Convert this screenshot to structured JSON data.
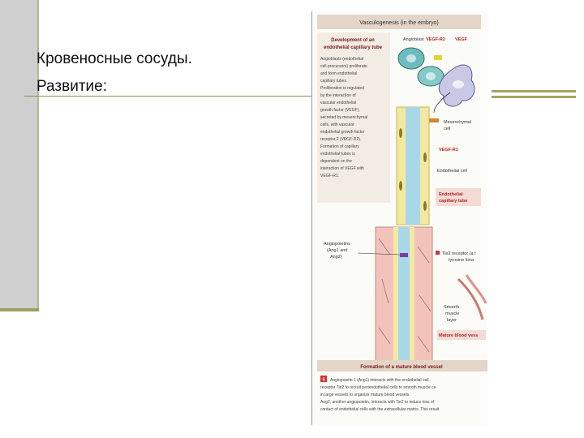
{
  "slide": {
    "title_line1": "Кровеносные сосуды.",
    "title_line2": "Развитие:"
  },
  "figure": {
    "header": "Vasculogenesis (in the embryo)",
    "box_title": "Development of an endothelial capillary tube",
    "angioblast": "Angioblast",
    "vegfr2": "VEGF-R2",
    "vegf": "VEGF",
    "mesenchymal": "Mesenchymal cell",
    "vegfr1": "VEGF-R1",
    "endothelial": "Endothelial cell",
    "capillary": "Endothelial capillary tube",
    "paragraph": [
      "Angioblasts (endothelial",
      "cell precursors) proliferate",
      "and form endothelial",
      "capillary tubes.",
      "Proliferation is regulated",
      "by the interaction of",
      "vascular endothelial",
      "growth factor (VEGF),",
      "secreted by mesenchymal",
      "cells, with vascular",
      "endothelial growth factor",
      "receptor 2 (VEGF-R2).",
      "Formation of capillary",
      "endothelial tubes is",
      "dependent on the",
      "interaction of VEGF with",
      "VEGF-R1."
    ],
    "angiopoietins": [
      "Angiopoietins",
      "(Ang1 and",
      "Ang2)"
    ],
    "tie2": [
      "Tie2 receptor (a t",
      "tyrosine kina"
    ],
    "smooth": [
      "Smooth",
      "muscle",
      "layer"
    ],
    "mature_label": "Mature blood vess",
    "formation": "Formation of a mature blood vessel",
    "step": "5",
    "bottom_lines": [
      "Angiopoietin 1 (Ang1) interacts with the endothelial cell",
      "receptor Tie2 to recruit periendothelial cells to smooth muscle ce",
      "in large vessels to organize mature blood vessels.",
      "Ang2, another angiopoietin, interacts with Tie2 to induce loss of",
      "contact of endothelial cells with the extracellular matrix. This result"
    ]
  }
}
